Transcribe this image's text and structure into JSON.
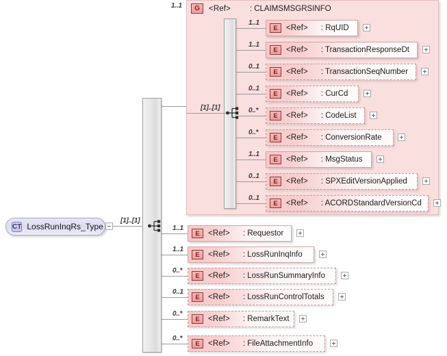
{
  "diagram": {
    "title": "LossRunInqRs_Type XSD structure",
    "root": {
      "badge": "CT",
      "label": "LossRunInqRs_Type",
      "cardinality": "[1]..[1]",
      "expander": "minus-box"
    },
    "group": {
      "badge": "G",
      "ref": "<Ref>",
      "name": ": CLAIMSMSGRSINFO",
      "cardinality": "1..1",
      "inner_cardinality": "[1]..[1]",
      "children": [
        {
          "badge": "E",
          "ref": "<Ref>",
          "name": ": RqUID",
          "cardinality": "1..1",
          "optional": false,
          "expander": "plus-box"
        },
        {
          "badge": "E",
          "ref": "<Ref>",
          "name": ": TransactionResponseDt",
          "cardinality": "1..1",
          "optional": false,
          "expander": "plus-box"
        },
        {
          "badge": "E",
          "ref": "<Ref>",
          "name": ": TransactionSeqNumber",
          "cardinality": "0..1",
          "optional": true,
          "expander": "plus-box"
        },
        {
          "badge": "E",
          "ref": "<Ref>",
          "name": ": CurCd",
          "cardinality": "0..1",
          "optional": true,
          "expander": "plus-box"
        },
        {
          "badge": "E",
          "ref": "<Ref>",
          "name": ": CodeList",
          "cardinality": "0..*",
          "optional": true,
          "expander": "plus-box"
        },
        {
          "badge": "E",
          "ref": "<Ref>",
          "name": ": ConversionRate",
          "cardinality": "0..*",
          "optional": true,
          "expander": "plus-box"
        },
        {
          "badge": "E",
          "ref": "<Ref>",
          "name": ": MsgStatus",
          "cardinality": "1..1",
          "optional": false,
          "expander": "plus-box"
        },
        {
          "badge": "E",
          "ref": "<Ref>",
          "name": ": SPXEditVersionApplied",
          "cardinality": "0..1",
          "optional": true,
          "expander": "plus-box"
        },
        {
          "badge": "E",
          "ref": "<Ref>",
          "name": ": ACORDStandardVersionCd",
          "cardinality": "0..1",
          "optional": true,
          "expander": "plus-box"
        }
      ]
    },
    "elements": [
      {
        "badge": "E",
        "ref": "<Ref>",
        "name": ": Requestor",
        "cardinality": "1..1",
        "optional": false,
        "expander": "plus-box"
      },
      {
        "badge": "E",
        "ref": "<Ref>",
        "name": ": LossRunInqInfo",
        "cardinality": "1..1",
        "optional": false,
        "expander": "plus-box"
      },
      {
        "badge": "E",
        "ref": "<Ref>",
        "name": ": LossRunSummaryInfo",
        "cardinality": "0..*",
        "optional": true,
        "expander": "plus-box"
      },
      {
        "badge": "E",
        "ref": "<Ref>",
        "name": ": LossRunControlTotals",
        "cardinality": "0..1",
        "optional": true,
        "expander": "plus-box"
      },
      {
        "badge": "E",
        "ref": "<Ref>",
        "name": ": RemarkText",
        "cardinality": "0..*",
        "optional": true,
        "expander": "plus-box"
      },
      {
        "badge": "E",
        "ref": "<Ref>",
        "name": ": FileAttachmentInfo",
        "cardinality": "0..*",
        "optional": true,
        "expander": "plus-box"
      }
    ],
    "icons": {
      "sequence": "sequence-connector-icon"
    },
    "colors": {
      "group_fill": "#fadfdf",
      "group_border": "#e8bcbc",
      "element_fill": "#f7c9c9",
      "root_fill": "#dcdcee",
      "line": "#9a9a9a"
    }
  }
}
